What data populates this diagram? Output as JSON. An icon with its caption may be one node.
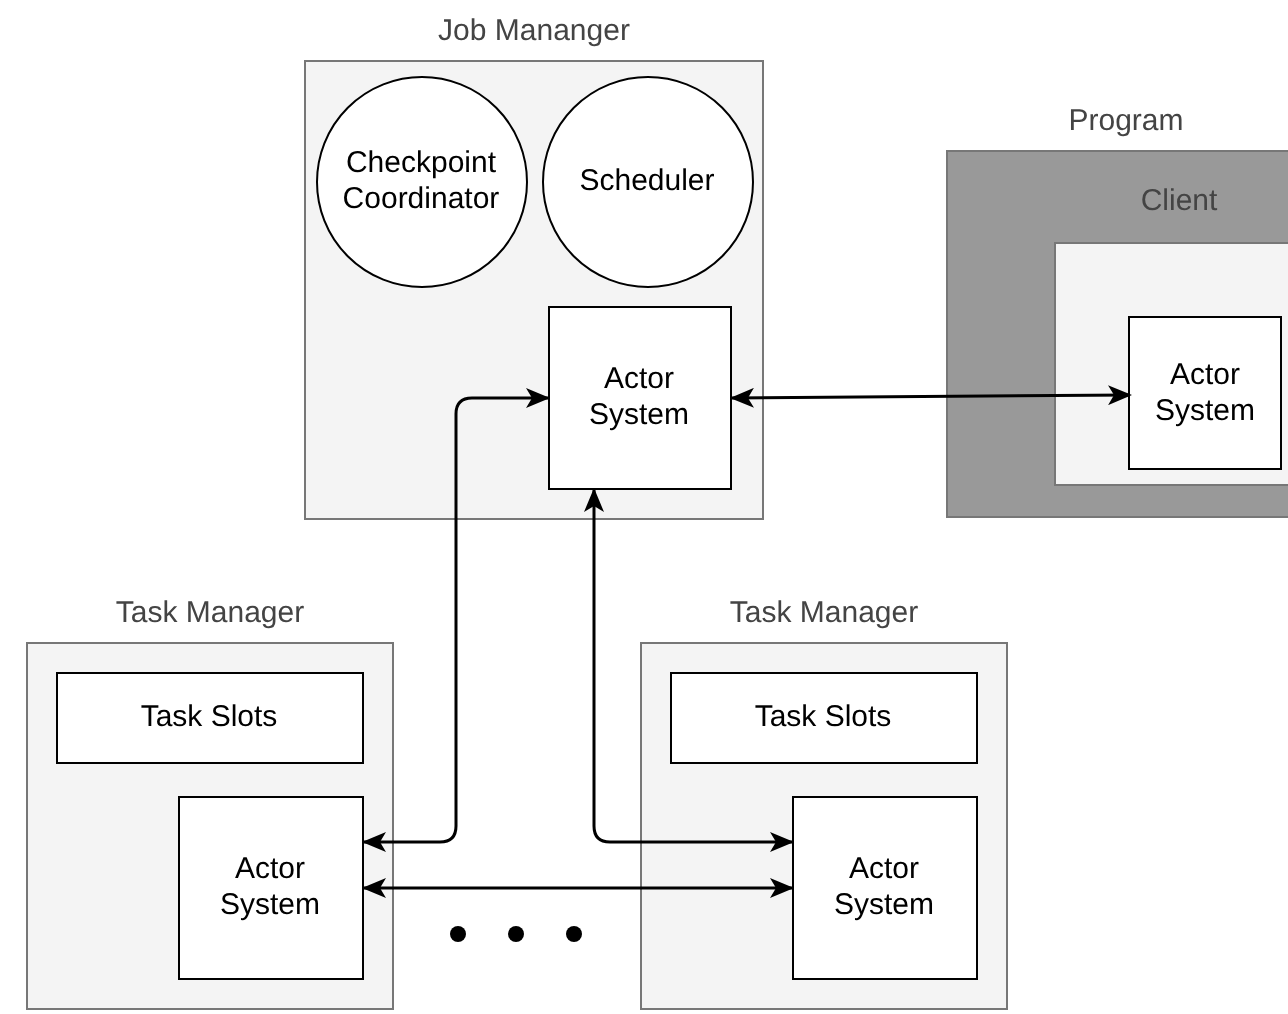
{
  "diagram": {
    "nodes": [
      {
        "text": [
          "Job Mananger"
        ]
      },
      {
        "text": [
          "Checkpoint Coordinator"
        ],
        "in": 0
      },
      {
        "text": [
          "Scheduler"
        ],
        "in": 0
      },
      {
        "text": [
          "Actor System"
        ],
        "in": 0
      },
      {
        "text": [
          "Program"
        ]
      },
      {
        "text": [
          "Client"
        ],
        "in": 4
      },
      {
        "text": [
          "Actor System"
        ],
        "in": 5
      },
      {
        "text": [
          "Task Manager"
        ]
      },
      {
        "text": [
          "Task Slots"
        ],
        "in": 7
      },
      {
        "text": [
          "Actor System"
        ],
        "in": 7
      },
      {
        "text": [
          "Task Manager"
        ]
      },
      {
        "text": [
          "Task Slots"
        ],
        "in": 10
      },
      {
        "text": [
          "Actor System"
        ],
        "in": 10
      }
    ],
    "edges": [
      {
        "from": 3,
        "to": 6,
        "arrow": "both"
      },
      {
        "from": 3,
        "to": 9,
        "arrow": "both"
      },
      {
        "from": 3,
        "to": 12,
        "arrow": "both"
      },
      {
        "from": 9,
        "to": 12,
        "arrow": "both"
      }
    ]
  }
}
